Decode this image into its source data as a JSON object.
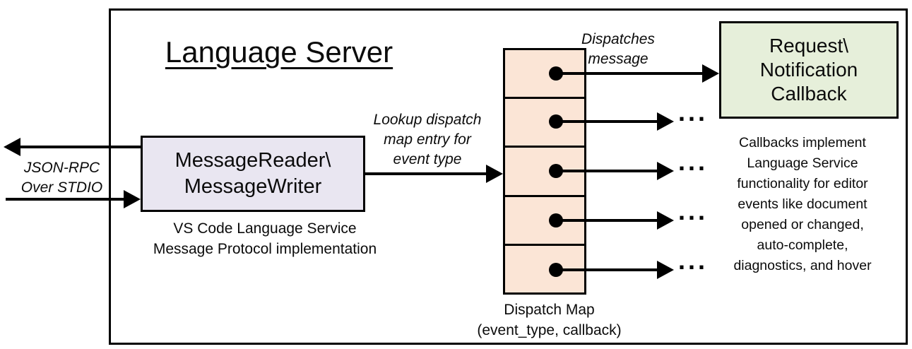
{
  "diagram": {
    "title": "Language Server",
    "io_label": {
      "line1": "JSON-RPC",
      "line2": "Over STDIO"
    },
    "reader_box": {
      "line1": "MessageReader\\",
      "line2": "MessageWriter"
    },
    "reader_caption": {
      "line1": "VS Code Language Service",
      "line2": "Message Protocol implementation"
    },
    "lookup_label": {
      "line1": "Lookup dispatch",
      "line2": "map entry for",
      "line3": "event type"
    },
    "dispatches_label": {
      "line1": "Dispatches",
      "line2": "message"
    },
    "callback_box": {
      "line1": "Request\\",
      "line2": "Notification",
      "line3": "Callback"
    },
    "callbacks_note": {
      "lines": [
        "Callbacks implement",
        "Language Service",
        "functionality for editor",
        "events like document",
        "opened or changed,",
        "auto-complete,",
        "diagnostics, and hover"
      ]
    },
    "dispatch_map": {
      "caption_line1": "Dispatch Map",
      "caption_line2": "(event_type, callback)",
      "cell_count": 5
    },
    "ellipsis": "...",
    "colors": {
      "reader_fill": "#e9e6f1",
      "dispatch_map_fill": "#fbe5d6",
      "callback_fill": "#e6efda",
      "stroke": "#000000",
      "background": "#ffffff"
    }
  }
}
